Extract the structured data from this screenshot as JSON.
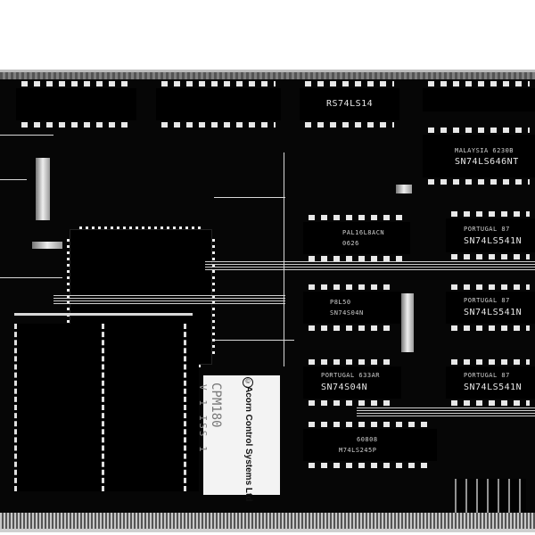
{
  "image": {
    "subject": "Photograph of a printed circuit board (CPU card)",
    "style": "high-contrast black and white"
  },
  "sticker": {
    "copyright_symbol": "©",
    "manufacturer": "Acorn Control Systems Ltd",
    "product_code": "CPM180",
    "version": "V 1  ISS 1"
  },
  "chips": {
    "top_left_1": {
      "line1": "",
      "line2": ""
    },
    "top_left_2": {
      "line1": "",
      "line2": ""
    },
    "top_mid": {
      "line1": "RS74LS14"
    },
    "top_right": {
      "line1": "MALAYSIA  6230B",
      "line2": "SN74LS646NT"
    },
    "mid_pal": {
      "line1": "PAL16L8ACN",
      "line2": "0626"
    },
    "mid_right_1": {
      "line1": "PORTUGAL 87",
      "line2": "SN74LS541N"
    },
    "mid_left": {
      "line1": "P8L50",
      "line2": "SN74S04N"
    },
    "mid_right_2": {
      "line1": "PORTUGAL 87",
      "line2": "SN74LS541N"
    },
    "lower_mid": {
      "line1": "PORTUGAL 633AR",
      "line2": "SN74S04N"
    },
    "lower_right": {
      "line1": "PORTUGAL 87",
      "line2": "SN74LS541N"
    },
    "bottom_mid": {
      "line1": "60808",
      "line2": "M74LS245P"
    }
  },
  "plcc": {
    "label": ""
  }
}
